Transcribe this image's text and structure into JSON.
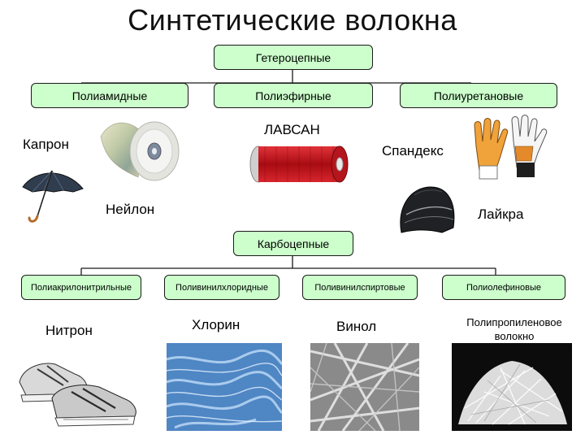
{
  "title": "Синтетические волокна",
  "groups": {
    "hetero": {
      "label": "Гетероцепные",
      "children": [
        "Полиамидные",
        "Полиэфирные",
        "Полиуретановые"
      ]
    },
    "carbo": {
      "label": "Карбоцепные",
      "children": [
        "Полиакрилонитрильные",
        "Поливинилхлоридные",
        "Поливинилспиртовые",
        "Полиолефиновые"
      ]
    }
  },
  "examples": {
    "kapron": "Капрон",
    "lavsan": "ЛАВСАН",
    "spandex": "Спандекс",
    "nylon": "Нейлон",
    "lycra": "Лайкра",
    "nitron": "Нитрон",
    "chlorin": "Хлорин",
    "vinol": "Винол",
    "polypropylene_line1": "Полипропиленовое",
    "polypropylene_line2": "волокно"
  },
  "colors": {
    "node_fill": "#ccffcc",
    "node_border": "#1a1a1a",
    "thread_red": "#c8121b",
    "wool_blue": "#6fa8e0",
    "fiber_gray": "#bfbfbf"
  },
  "icons": [
    "ribbon-roll-icon",
    "umbrella-icon",
    "thread-spool-icon",
    "gloves-icon",
    "cap-icon",
    "sneakers-icon",
    "wool-fibers-icon",
    "fiber-mesh-icon",
    "fiber-pile-icon"
  ]
}
